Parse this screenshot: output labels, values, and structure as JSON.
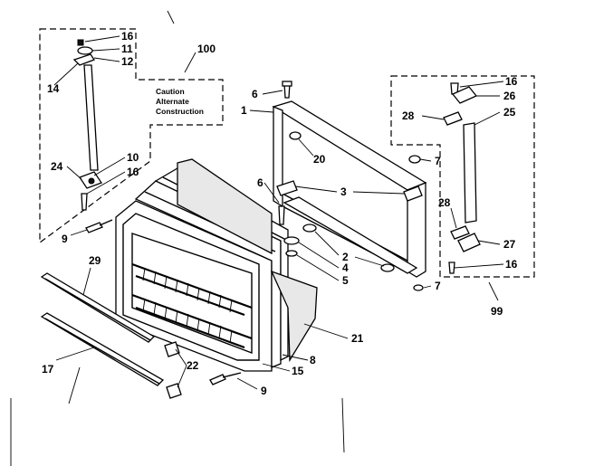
{
  "labels": {
    "p100": "100",
    "p16a": "16",
    "p11": "11",
    "p12": "12",
    "p14": "14",
    "p10": "10",
    "p16b": "16",
    "p24": "24",
    "p9a": "9",
    "p29": "29",
    "p17": "17",
    "p22": "22",
    "p15": "15",
    "p8": "8",
    "p9b": "9",
    "p21": "21",
    "p6a": "6",
    "p1": "1",
    "p20": "20",
    "p6b": "6",
    "p3": "3",
    "p2": "2",
    "p4": "4",
    "p5": "5",
    "p7a": "7",
    "p7b": "7",
    "p16c": "16",
    "p26": "26",
    "p28a": "28",
    "p25": "25",
    "p28b": "28",
    "p27": "27",
    "p16d": "16",
    "p99": "99"
  },
  "caution_note": {
    "line1": "Caution",
    "line2": "Alternate",
    "line3": "Construction"
  }
}
